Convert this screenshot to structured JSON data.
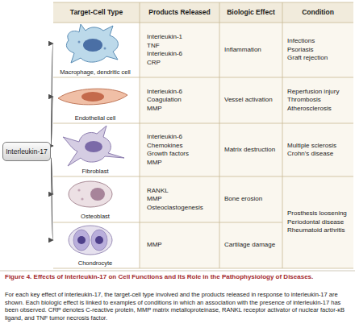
{
  "diagram": {
    "caption": "Figure 4. Effects of Interleukin-17 on Cell Functions and Its Role in the Pathophysiology of Diseases.",
    "nodes": [
      {
        "text": [
          "Interleukin-17"
        ]
      },
      {
        "text": [
          "Macrophage, dendritic cell"
        ]
      },
      {
        "text": [
          "Endothelial cell"
        ]
      },
      {
        "text": [
          "Fibroblast"
        ]
      },
      {
        "text": [
          "Osteoblast"
        ]
      },
      {
        "text": [
          "Chondrocyte"
        ]
      }
    ],
    "edges": [
      {
        "from": 0,
        "to": 1,
        "arrow": "to"
      },
      {
        "from": 0,
        "to": 2,
        "arrow": "to"
      },
      {
        "from": 0,
        "to": 3,
        "arrow": "to"
      },
      {
        "from": 0,
        "to": 4,
        "arrow": "to"
      },
      {
        "from": 0,
        "to": 5,
        "arrow": "to"
      }
    ],
    "labels": [
      "Target-Cell Type",
      "Products Released",
      "Biologic Effect",
      "Condition",
      "Interleukin-1",
      "TNF",
      "Interleukin-6",
      "CRP",
      "Inflammation",
      "Infections",
      "Psoriasis",
      "Graft rejection",
      "Interleukin-6",
      "Coagulation",
      "MMP",
      "Vessel activation",
      "Reperfusion injury",
      "Thrombosis",
      "Atherosclerosis",
      "Interleukin-6",
      "Chemokines",
      "Growth factors",
      "MMP",
      "Matrix destruction",
      "Multiple sclerosis",
      "Crohn's disease",
      "RANKL",
      "MMP",
      "Osteoclastogenesis",
      "Bone erosion",
      "MMP",
      "Cartilage damage",
      "Prosthesis loosening",
      "Periodontal disease",
      "Rheumatoid arthritis",
      "For each key effect of interleukin-17, the target-cell type involved and the products released in response to interleukin-17 are shown. Each biologic effect is linked to examples of conditions in which an association with the presence of interleukin-17 has been observed. CRP denotes C-reactive protein, MMP matrix metalloproteinase, RANKL receptor activator of nuclear factor-κB ligand, and TNF tumor necrosis factor."
    ]
  }
}
